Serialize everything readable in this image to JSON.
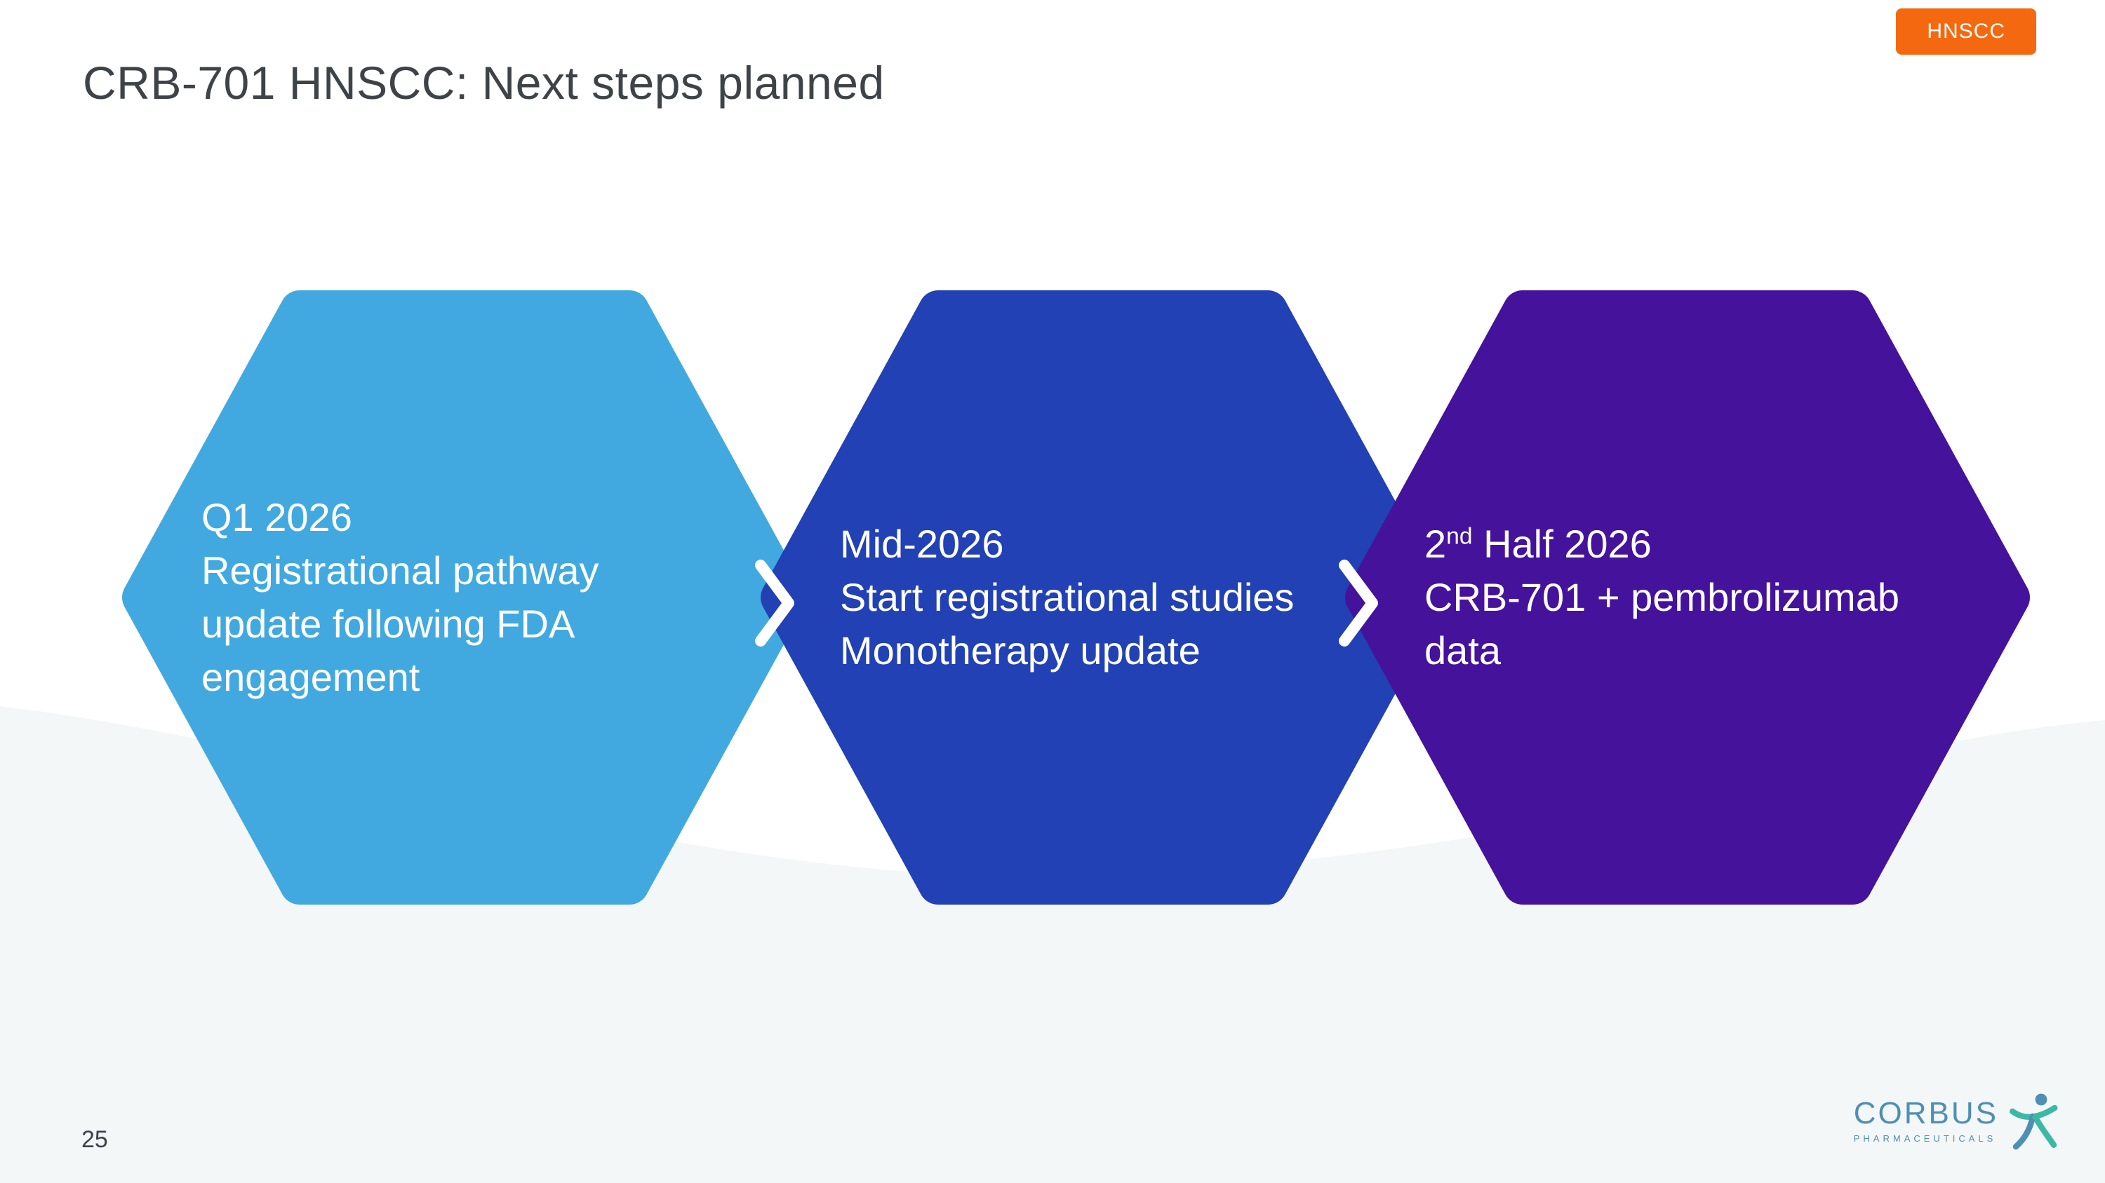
{
  "slide": {
    "title": "CRB-701 HNSCC: Next steps planned",
    "page_number": "25"
  },
  "badge": {
    "label": "HNSCC",
    "background": "#F4690F",
    "text_color": "#FFFFFF"
  },
  "steps": [
    {
      "heading_base": "Q1 2026",
      "heading_sup": "",
      "heading_rest": "",
      "body": "Registrational pathway\nupdate following FDA\nengagement",
      "color": "#41A9DF"
    },
    {
      "heading_base": "Mid-2026",
      "heading_sup": "",
      "heading_rest": "",
      "body": "Start registrational studies\nMonotherapy update",
      "color": "#2141B4"
    },
    {
      "heading_base": "2",
      "heading_sup": "nd",
      "heading_rest": " Half 2026",
      "body": "CRB-701 + pembrolizumab\ndata",
      "color": "#44129B"
    }
  ],
  "arrows": {
    "color": "#FFFFFF"
  },
  "background": {
    "wave_color": "#F4F7F8"
  },
  "logo": {
    "name": "CORBUS",
    "subtext": "PHARMACEUTICALS",
    "color": "#4E8FB4"
  }
}
